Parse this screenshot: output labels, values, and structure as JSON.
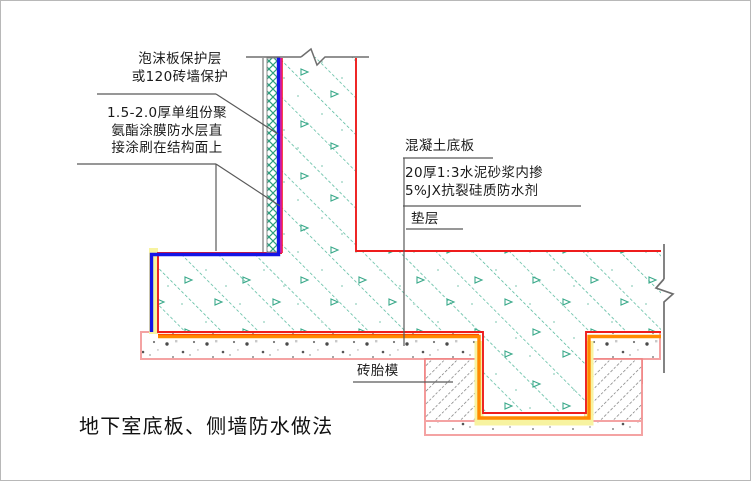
{
  "drawing": {
    "title": "地下室底板、侧墙防水做法",
    "background_color": "#ffffff",
    "border_color": "#b8b8b8"
  },
  "annotations": {
    "left": [
      {
        "name": "foam-board-protection-note",
        "lines": [
          "泡沫板保护层",
          "或120砖墙保护"
        ],
        "text": "泡沫板保护层\n或120砖墙保护"
      },
      {
        "name": "polyurethane-membrane-note",
        "lines": [
          "1.5-2.0厚单组份聚",
          "氨酯涂膜防水层直",
          "接涂刷在结构面上"
        ],
        "text": "1.5-2.0厚单组份聚\n氨酯涂膜防水层直\n接涂刷在结构面上"
      }
    ],
    "right": [
      {
        "name": "concrete-base-slab-note",
        "text": "混凝土底板"
      },
      {
        "name": "cement-mortar-note",
        "lines": [
          "20厚1:3水泥砂浆内掺",
          "5%JX抗裂硅质防水剂"
        ],
        "text": "20厚1:3水泥砂浆内掺\n5%JX抗裂硅质防水剂"
      },
      {
        "name": "cushion-layer-note",
        "text": "垫层"
      }
    ],
    "bottom": [
      {
        "name": "brick-formwork-note",
        "text": "砖胎模"
      }
    ]
  },
  "colors": {
    "concrete_hatch": "#3aa98a",
    "concrete_outline": "#ee1c1c",
    "waterproof_membrane_blue": "#1414e6",
    "membrane_magenta": "#e0119b",
    "mortar_yellow": "#f2ef86",
    "waterproof_orange": "#ff8a00",
    "cushion_border": "#f4a3a3",
    "protection_hatch": "#2e9e7e",
    "brick_formwork_hatch": "#6b6b6b",
    "break_line": "#6e6e6e",
    "leader_line": "#595959",
    "text": "#1a1a1a"
  },
  "legend_keys": {
    "protection_layer": "泡沫板保护层/120砖墙",
    "waterproof_layer": "单组份聚氨酯涂膜防水层",
    "structure": "混凝土底板/侧墙",
    "mortar": "20厚1:3水泥砂浆",
    "cushion": "垫层",
    "brick_mould": "砖胎模"
  }
}
